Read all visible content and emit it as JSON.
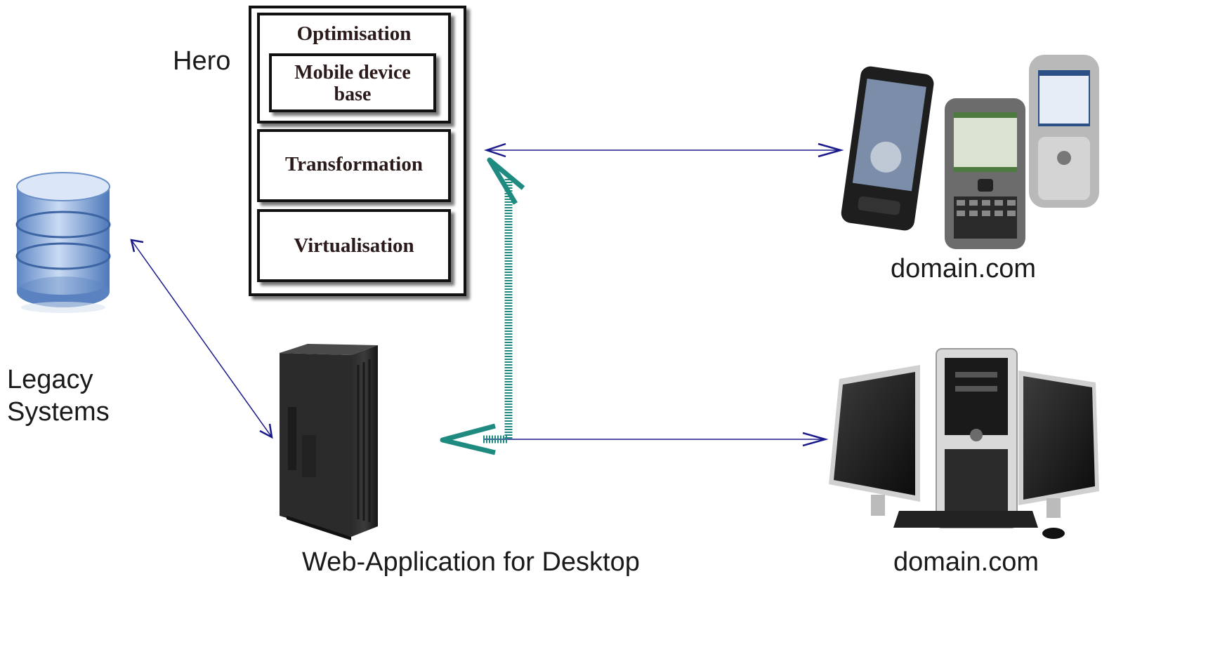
{
  "labels": {
    "hero": "Hero",
    "legacy_line1": "Legacy",
    "legacy_line2": "Systems",
    "web_app": "Web-Application for Desktop",
    "mobile_domain": "domain.com",
    "desktop_domain": "domain.com"
  },
  "stack": {
    "optimisation": "Optimisation",
    "mobile_base_line1": "Mobile device",
    "mobile_base_line2": "base",
    "transformation": "Transformation",
    "virtualisation": "Virtualisation"
  },
  "icons": {
    "database": "database-icon",
    "server": "server-tower-icon",
    "phones": "mobile-phones-icon",
    "desktop": "desktop-workstation-icon"
  },
  "colors": {
    "connector": "#1a1a8c",
    "teal_arrow": "#1f8a80",
    "box_border": "#111111"
  }
}
